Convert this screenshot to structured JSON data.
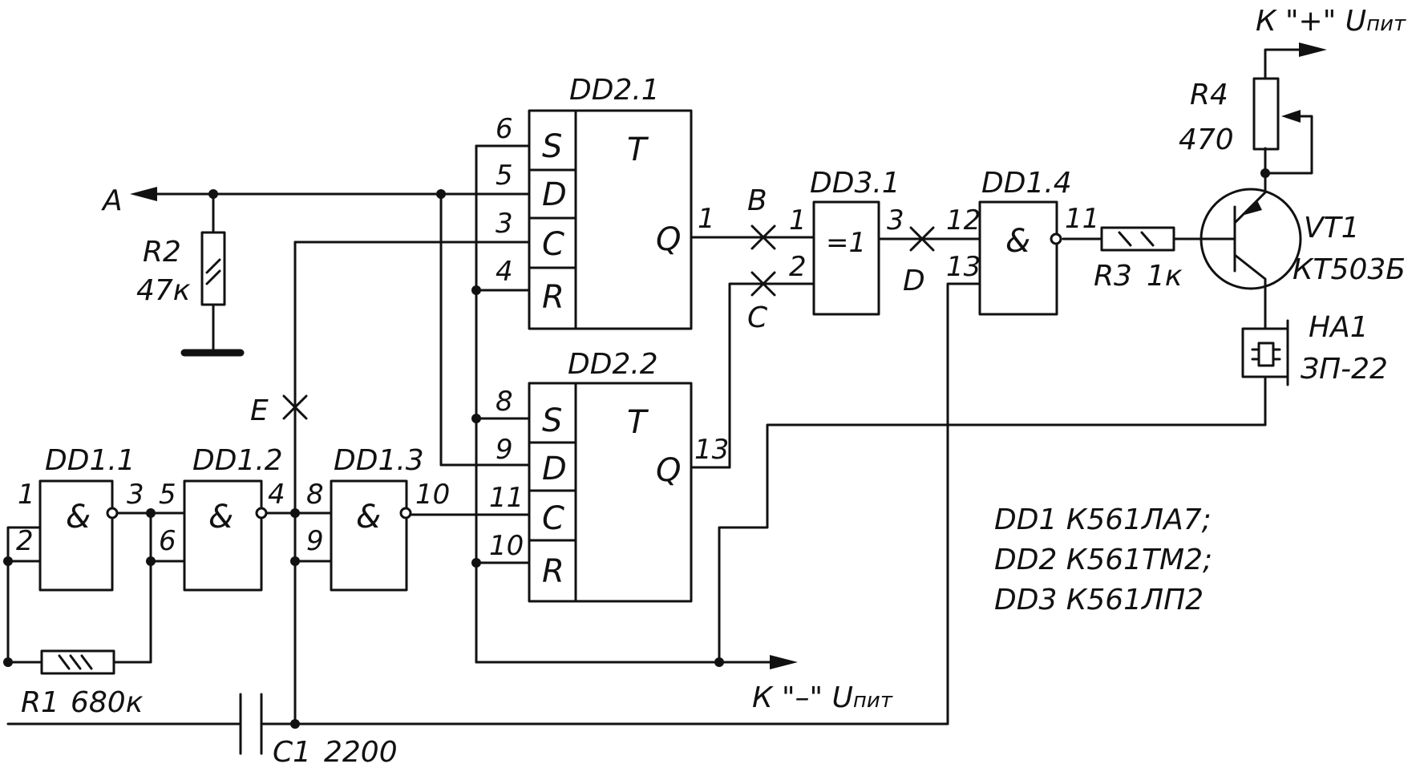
{
  "chips": {
    "dd1_1": {
      "label": "DD1.1",
      "symbol": "&",
      "pins": [
        "1",
        "2",
        "3"
      ]
    },
    "dd1_2": {
      "label": "DD1.2",
      "symbol": "&",
      "pins": [
        "5",
        "6",
        "4"
      ]
    },
    "dd1_3": {
      "label": "DD1.3",
      "symbol": "&",
      "pins": [
        "8",
        "9",
        "10"
      ]
    },
    "dd1_4": {
      "label": "DD1.4",
      "symbol": "&",
      "pins": [
        "12",
        "13",
        "11"
      ]
    },
    "dd2_1": {
      "label": "DD2.1",
      "type": "T",
      "inputs": [
        "S",
        "D",
        "C",
        "R"
      ],
      "output": "Q",
      "pins": [
        "6",
        "5",
        "3",
        "4",
        "1"
      ]
    },
    "dd2_2": {
      "label": "DD2.2",
      "type": "T",
      "inputs": [
        "S",
        "D",
        "C",
        "R"
      ],
      "output": "Q",
      "pins": [
        "8",
        "9",
        "11",
        "10",
        "13"
      ]
    },
    "dd3_1": {
      "label": "DD3.1",
      "symbol": "=1",
      "pins": [
        "1",
        "2",
        "3"
      ]
    }
  },
  "components": {
    "r1": {
      "name": "R1",
      "value": "680к"
    },
    "r2": {
      "name": "R2",
      "value": "47к"
    },
    "r3": {
      "name": "R3",
      "value": "1к"
    },
    "r4": {
      "name": "R4",
      "value": "470"
    },
    "c1": {
      "name": "C1",
      "value": "2200"
    },
    "vt1": {
      "name": "VT1",
      "value": "КТ503Б"
    },
    "ha1": {
      "name": "HA1",
      "value": "ЗП-22"
    }
  },
  "points": {
    "a": "A",
    "b": "B",
    "c": "C",
    "d": "D",
    "e": "E"
  },
  "power": {
    "plus": {
      "prefix": "К \"+\" U",
      "sub": "пит"
    },
    "minus": {
      "prefix": "К \"–\" U",
      "sub": "пит"
    }
  },
  "notes": [
    "DD1 К561ЛА7;",
    "DD2 К561ТМ2;",
    "DD3 К561ЛП2"
  ]
}
